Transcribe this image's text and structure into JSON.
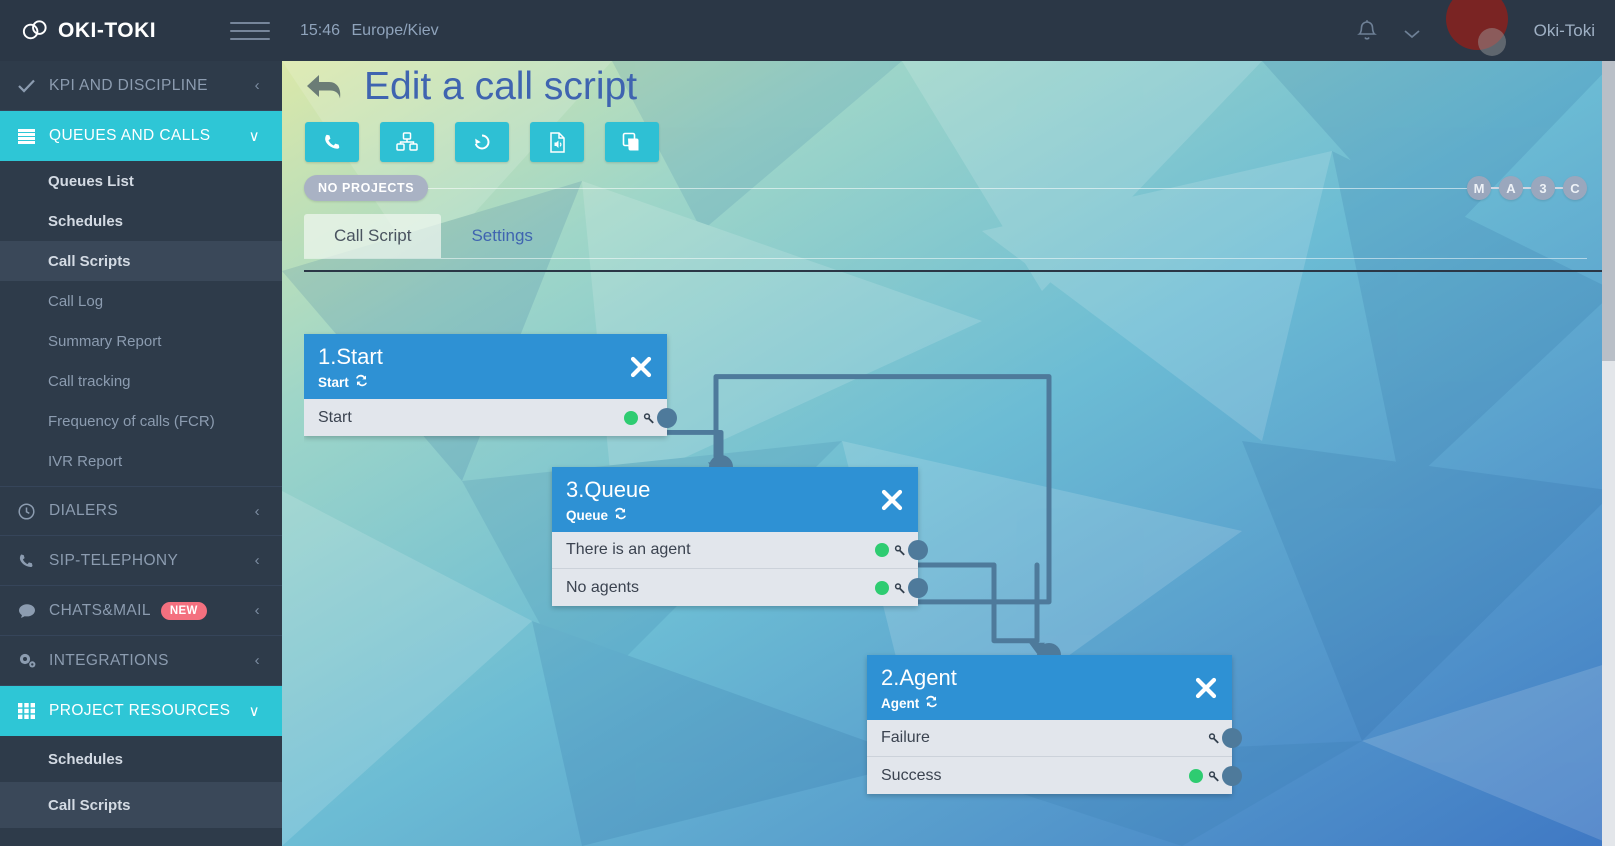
{
  "topbar": {
    "logo_text": "OKI-TOKI",
    "logo_icon": "cloud-icon",
    "menu_icon": "hamburger-icon",
    "time": "15:46",
    "timezone": "Europe/Kiev",
    "bell_icon": "bell-icon",
    "chevron_icon": "chevron-down-icon",
    "avatar_icon": "avatar",
    "username": "Oki-Toki"
  },
  "sidebar": {
    "groups": [
      {
        "label": "KPI AND DISCIPLINE",
        "icon": "check-icon",
        "chevron": "‹",
        "active": false
      },
      {
        "label": "QUEUES AND CALLS",
        "icon": "list-icon",
        "chevron": "∨",
        "active": true
      },
      {
        "label": "DIALERS",
        "icon": "clock-icon",
        "chevron": "‹",
        "active": false
      },
      {
        "label": "SIP-TELEPHONY",
        "icon": "phone-icon",
        "chevron": "‹",
        "active": false
      },
      {
        "label": "CHATS&MAIL",
        "icon": "chat-icon",
        "chevron": "‹",
        "active": false,
        "badge": "NEW"
      },
      {
        "label": "INTEGRATIONS",
        "icon": "gears-icon",
        "chevron": "‹",
        "active": false
      },
      {
        "label": "PROJECT RESOURCES",
        "icon": "grid-icon",
        "chevron": "∨",
        "active": true
      }
    ],
    "queues_items": [
      {
        "label": "Queues List",
        "style": "bold"
      },
      {
        "label": "Schedules",
        "style": "bold"
      },
      {
        "label": "Call Scripts",
        "style": "selected"
      },
      {
        "label": "Call Log",
        "style": "normal"
      },
      {
        "label": "Summary Report",
        "style": "normal"
      },
      {
        "label": "Call tracking",
        "style": "normal"
      },
      {
        "label": "Frequency of calls (FCR)",
        "style": "normal"
      },
      {
        "label": "IVR Report",
        "style": "normal"
      }
    ],
    "resources_items": [
      {
        "label": "Schedules",
        "style": "bold"
      },
      {
        "label": "Call Scripts",
        "style": "bold"
      }
    ]
  },
  "page": {
    "back_icon": "back-arrow-icon",
    "title": "Edit a call script",
    "toolbar_buttons": [
      {
        "name": "phone-button",
        "icon": "phone-icon"
      },
      {
        "name": "blocks-button",
        "icon": "cubes-icon"
      },
      {
        "name": "history-button",
        "icon": "undo-history-icon"
      },
      {
        "name": "audio-file-button",
        "icon": "audio-file-icon"
      },
      {
        "name": "copy-button",
        "icon": "copy-icon"
      }
    ],
    "project_pill": "NO PROJECTS",
    "status_badges": [
      "M",
      "A",
      "3",
      "C"
    ],
    "tabs": [
      {
        "label": "Call Script",
        "active": true
      },
      {
        "label": "Settings",
        "active": false
      }
    ]
  },
  "flow": {
    "close_icon": "close-icon",
    "refresh_icon": "refresh-icon",
    "anchor_icon": "anchor-icon",
    "nodes": [
      {
        "id": "start",
        "title": "1.Start",
        "subtitle": "Start",
        "rows": [
          {
            "label": "Start",
            "has_green_dot": true
          }
        ]
      },
      {
        "id": "queue",
        "title": "3.Queue",
        "subtitle": "Queue",
        "rows": [
          {
            "label": "There is an agent",
            "has_green_dot": true
          },
          {
            "label": "No agents",
            "has_green_dot": true
          }
        ]
      },
      {
        "id": "agent",
        "title": "2.Agent",
        "subtitle": "Agent",
        "rows": [
          {
            "label": "Failure",
            "has_green_dot": false
          },
          {
            "label": "Success",
            "has_green_dot": true
          }
        ]
      }
    ]
  },
  "colors": {
    "brand_teal": "#2ec6d6",
    "node_header_blue": "#2e91d4",
    "sidebar_dark": "#2e3b4a",
    "topbar_dark": "#2b3746",
    "title_blue": "#3f64b0",
    "green_dot": "#2ecc71",
    "wire": "#4e7a9b",
    "badge_new_pink": "#f4707f",
    "avatar_red": "#7a2423"
  }
}
